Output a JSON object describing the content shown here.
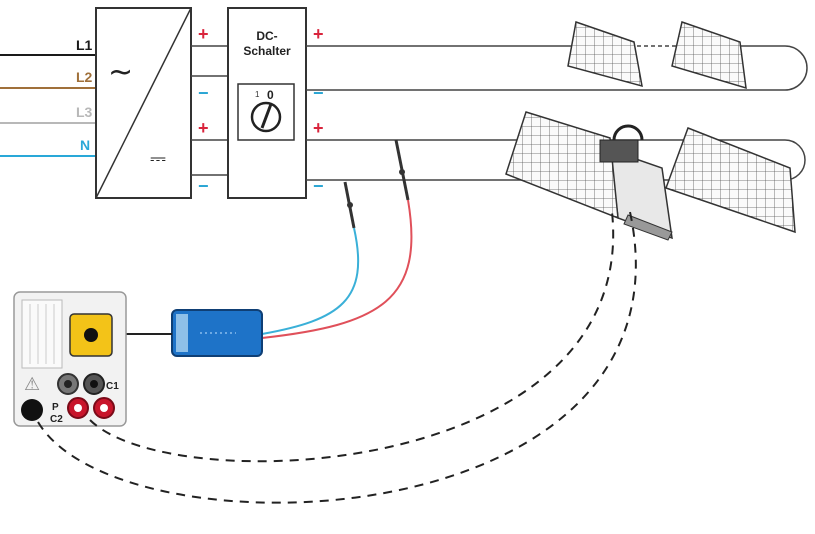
{
  "phase_lines": [
    {
      "label": "L1",
      "color": "#1a1a1a"
    },
    {
      "label": "L2",
      "color": "#a0703a"
    },
    {
      "label": "L3",
      "color": "#b8b8b8"
    },
    {
      "label": "N",
      "color": "#29a8d8"
    }
  ],
  "inverter": {
    "ac_symbol": "~",
    "dc_symbol": "⎓"
  },
  "dc_switch": {
    "title_line1": "DC-",
    "title_line2": "Schalter",
    "pos_off": "0",
    "pos_on": "1"
  },
  "polarity": {
    "plus": "+",
    "minus": "−"
  },
  "tester": {
    "terminal_c1": "C1",
    "terminal_p": "P",
    "terminal_c2": "C2",
    "warning_symbol": "⚠"
  },
  "colors": {
    "plus": "#d9243c",
    "minus": "#2aa6d4",
    "probe_red": "#e0505a",
    "probe_blue": "#3ab0d8",
    "adapter_blue": "#1e73c8",
    "tester_yellow": "#f3c318",
    "terminal_red": "#c8152b"
  }
}
